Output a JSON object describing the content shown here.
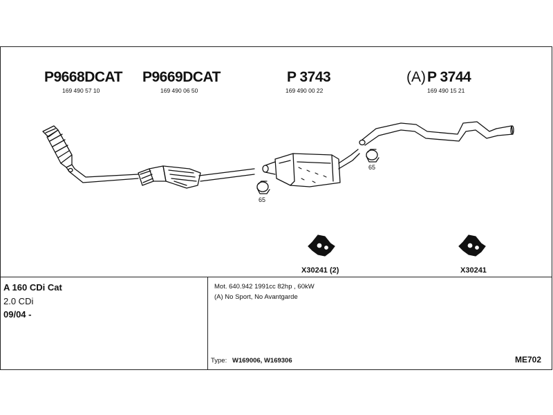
{
  "parts": [
    {
      "code": "P9668DCAT",
      "oe": "169 490 57 10"
    },
    {
      "code": "P9669DCAT",
      "oe": "169 490 06 50"
    },
    {
      "code": "P 3743",
      "oe": "169 490 00 22"
    },
    {
      "prefix": "(A)",
      "code": "P 3744",
      "oe": "169 490 15 21"
    }
  ],
  "clamps": [
    {
      "size": "65"
    },
    {
      "size": "65"
    }
  ],
  "hangers": [
    {
      "code": "X30241 (2)"
    },
    {
      "code": "X30241"
    }
  ],
  "vehicle": {
    "model": "A 160 CDi Cat",
    "engine": "2.0 CDi",
    "date": "09/04 -"
  },
  "notes": {
    "motor": "Mot. 640.942 1991cc 82hp , 60kW",
    "variant": "(A) No Sport, No Avantgarde"
  },
  "type_line": {
    "label": "Type:",
    "value": "W169006, W169306"
  },
  "system_code": "ME702"
}
